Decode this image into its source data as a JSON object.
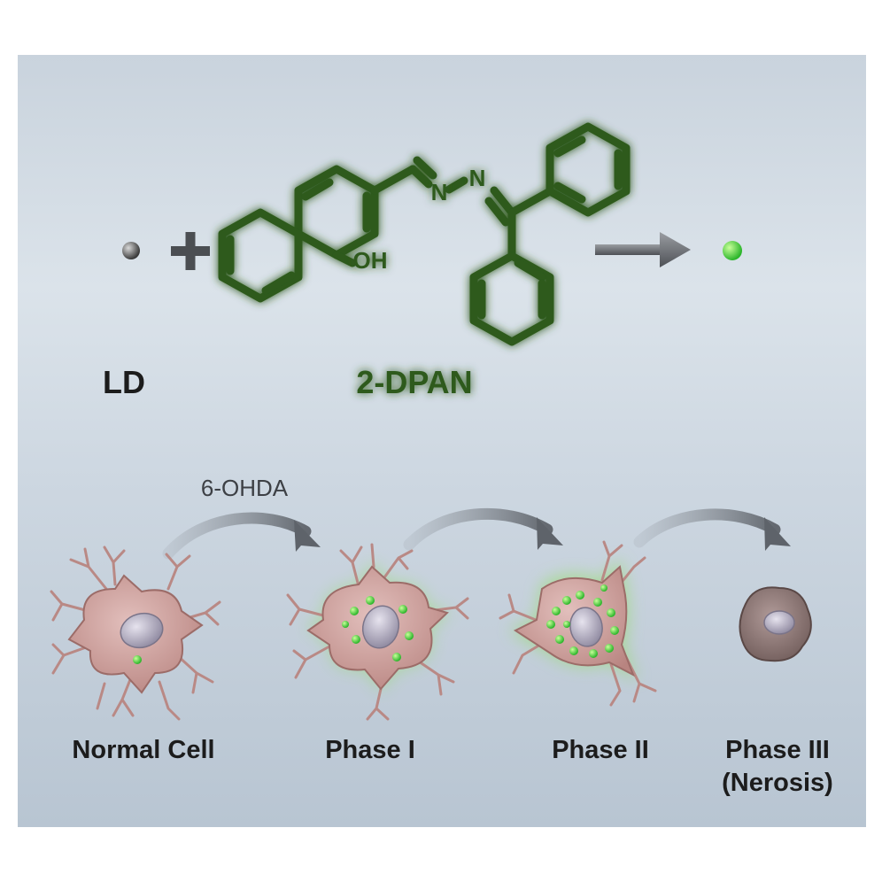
{
  "reaction": {
    "reactant_label": "LD",
    "plus_symbol": "+",
    "probe_label": "2-DPAN",
    "structure_atoms": {
      "n1": "N",
      "n2": "N",
      "oh": "OH"
    }
  },
  "process": {
    "treatment": "6-OHDA",
    "stages": [
      {
        "name": "Normal Cell"
      },
      {
        "name": "Phase I"
      },
      {
        "name": "Phase II"
      },
      {
        "name": "Phase III",
        "note": "(Nerosis)"
      }
    ]
  },
  "colors": {
    "probe_green": "#2d5a1b",
    "glow_green": "#8fe05a",
    "dot_green": "#3fd23a",
    "cell_pink": "#c9928f",
    "nucleus": "#b8b3c6",
    "arrow_gray": "#666a70"
  }
}
